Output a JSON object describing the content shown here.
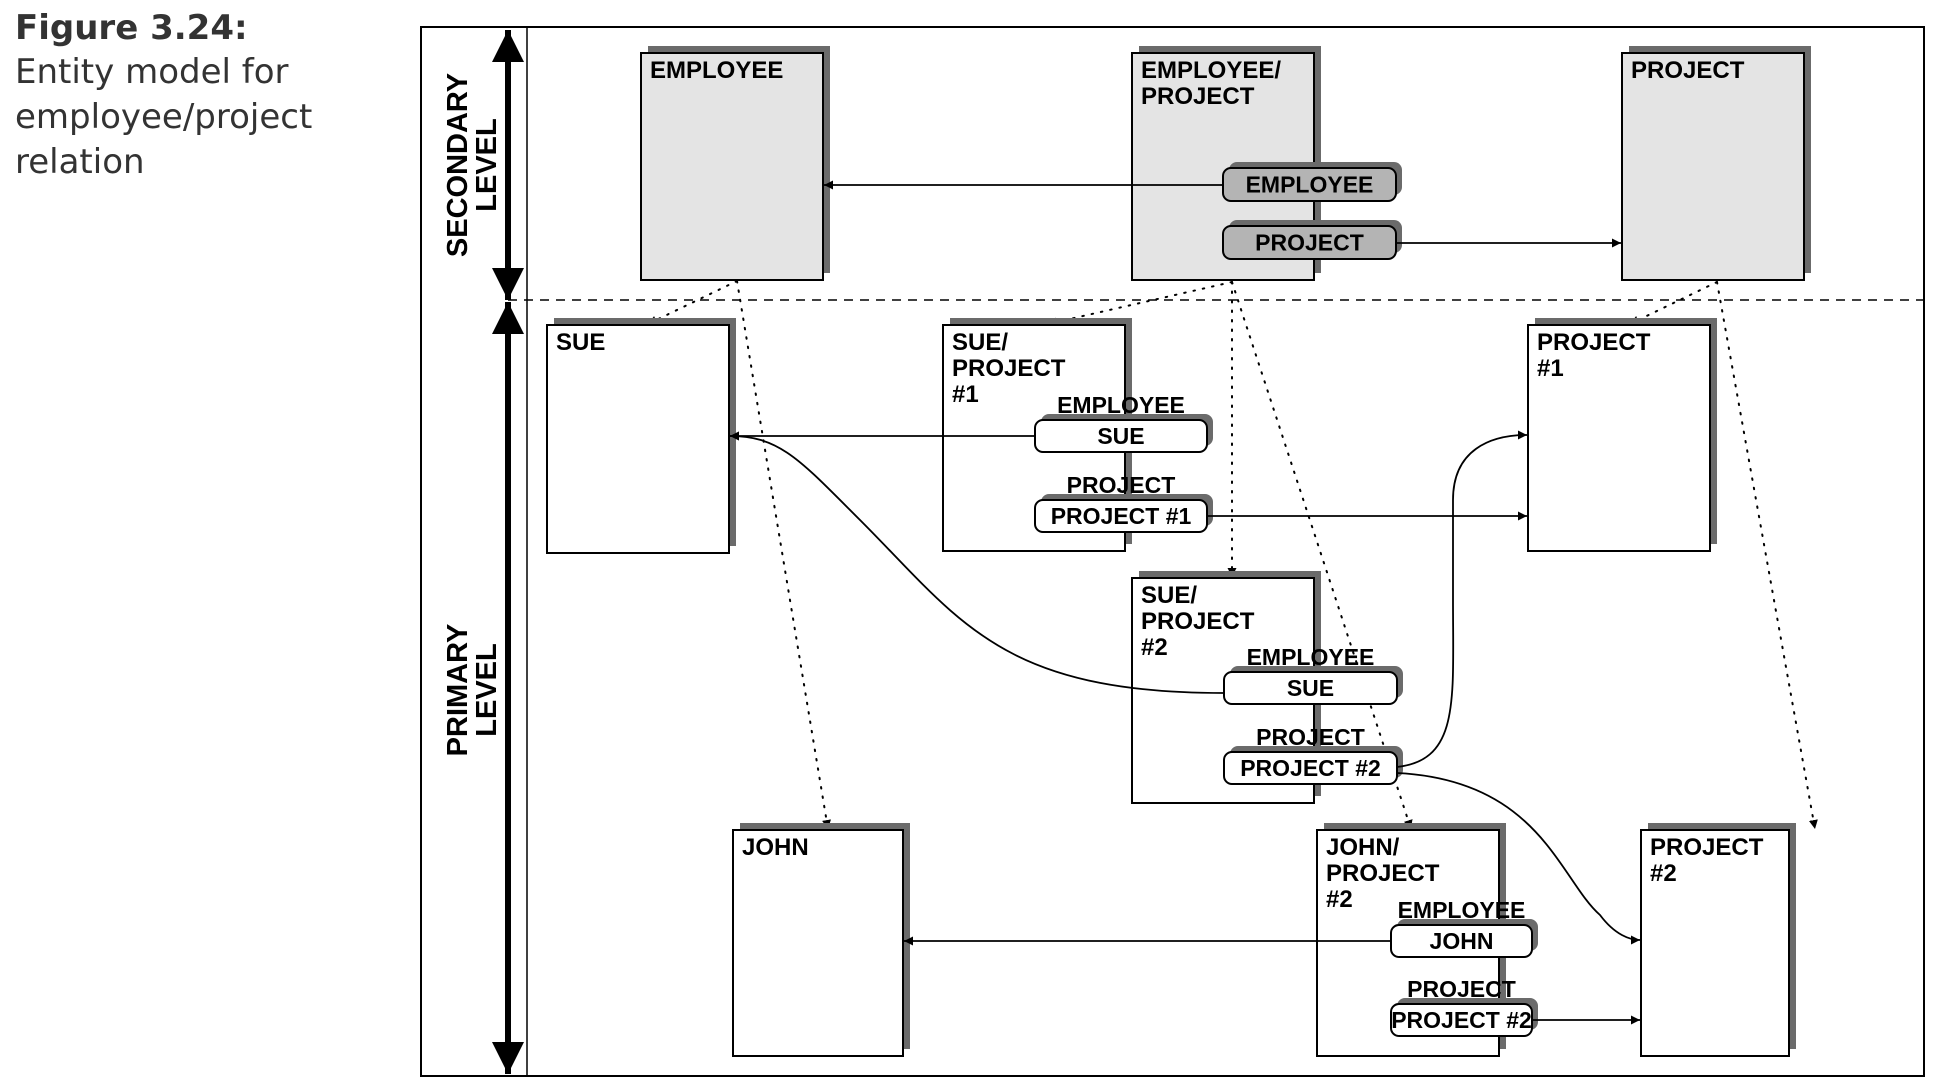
{
  "caption": {
    "figure_number": "Figure 3.24:",
    "description": "Entity model for employee/project relation"
  },
  "levels": {
    "secondary": [
      "SECONDARY",
      "LEVEL"
    ],
    "primary": [
      "PRIMARY",
      "LEVEL"
    ]
  },
  "colors": {
    "secondary_fill": "#e4e4e4",
    "primary_fill": "#ffffff",
    "shadow": "#6b6b6b",
    "pill_secondary_fill": "#b4b4b4",
    "line": "#000000"
  },
  "entities": [
    {
      "id": "employee",
      "level": "secondary",
      "title": [
        "EMPLOYEE"
      ],
      "pills": []
    },
    {
      "id": "employee-project",
      "level": "secondary",
      "title": [
        "EMPLOYEE/",
        "PROJECT"
      ],
      "pills": [
        {
          "caption": "",
          "value": "EMPLOYEE"
        },
        {
          "caption": "",
          "value": "PROJECT"
        }
      ]
    },
    {
      "id": "project",
      "level": "secondary",
      "title": [
        "PROJECT"
      ],
      "pills": []
    },
    {
      "id": "sue",
      "level": "primary",
      "title": [
        "SUE"
      ],
      "pills": []
    },
    {
      "id": "sue-project-1",
      "level": "primary",
      "title": [
        "SUE/",
        "PROJECT",
        "#1"
      ],
      "pills": [
        {
          "caption": "EMPLOYEE",
          "value": "SUE"
        },
        {
          "caption": "PROJECT",
          "value": "PROJECT #1"
        }
      ]
    },
    {
      "id": "project-1",
      "level": "primary",
      "title": [
        "PROJECT",
        "#1"
      ],
      "pills": []
    },
    {
      "id": "sue-project-2",
      "level": "primary",
      "title": [
        "SUE/",
        "PROJECT",
        "#2"
      ],
      "pills": [
        {
          "caption": "EMPLOYEE",
          "value": "SUE"
        },
        {
          "caption": "PROJECT",
          "value": "PROJECT #2"
        }
      ]
    },
    {
      "id": "john",
      "level": "primary",
      "title": [
        "JOHN"
      ],
      "pills": []
    },
    {
      "id": "john-project-2",
      "level": "primary",
      "title": [
        "JOHN/",
        "PROJECT",
        "#2"
      ],
      "pills": [
        {
          "caption": "EMPLOYEE",
          "value": "JOHN"
        },
        {
          "caption": "PROJECT",
          "value": "PROJECT #2"
        }
      ]
    },
    {
      "id": "project-2",
      "level": "primary",
      "title": [
        "PROJECT",
        "#2"
      ],
      "pills": []
    }
  ],
  "references": [
    {
      "from": "employee-project",
      "pill": 0,
      "to": "employee"
    },
    {
      "from": "employee-project",
      "pill": 1,
      "to": "project"
    },
    {
      "from": "sue-project-1",
      "pill": 0,
      "to": "sue"
    },
    {
      "from": "sue-project-1",
      "pill": 1,
      "to": "project-1"
    },
    {
      "from": "sue-project-2",
      "pill": 0,
      "to": "sue"
    },
    {
      "from": "sue-project-2",
      "pill": 1,
      "to": "project-2"
    },
    {
      "from": "sue-project-2",
      "pill": 1,
      "to": "project-1"
    },
    {
      "from": "john-project-2",
      "pill": 0,
      "to": "john"
    },
    {
      "from": "john-project-2",
      "pill": 1,
      "to": "project-2"
    }
  ],
  "instances": [
    {
      "type": "employee",
      "instance": "sue"
    },
    {
      "type": "employee",
      "instance": "john"
    },
    {
      "type": "employee-project",
      "instance": "sue-project-1"
    },
    {
      "type": "employee-project",
      "instance": "sue-project-2"
    },
    {
      "type": "employee-project",
      "instance": "john-project-2"
    },
    {
      "type": "project",
      "instance": "project-1"
    },
    {
      "type": "project",
      "instance": "project-2"
    }
  ]
}
